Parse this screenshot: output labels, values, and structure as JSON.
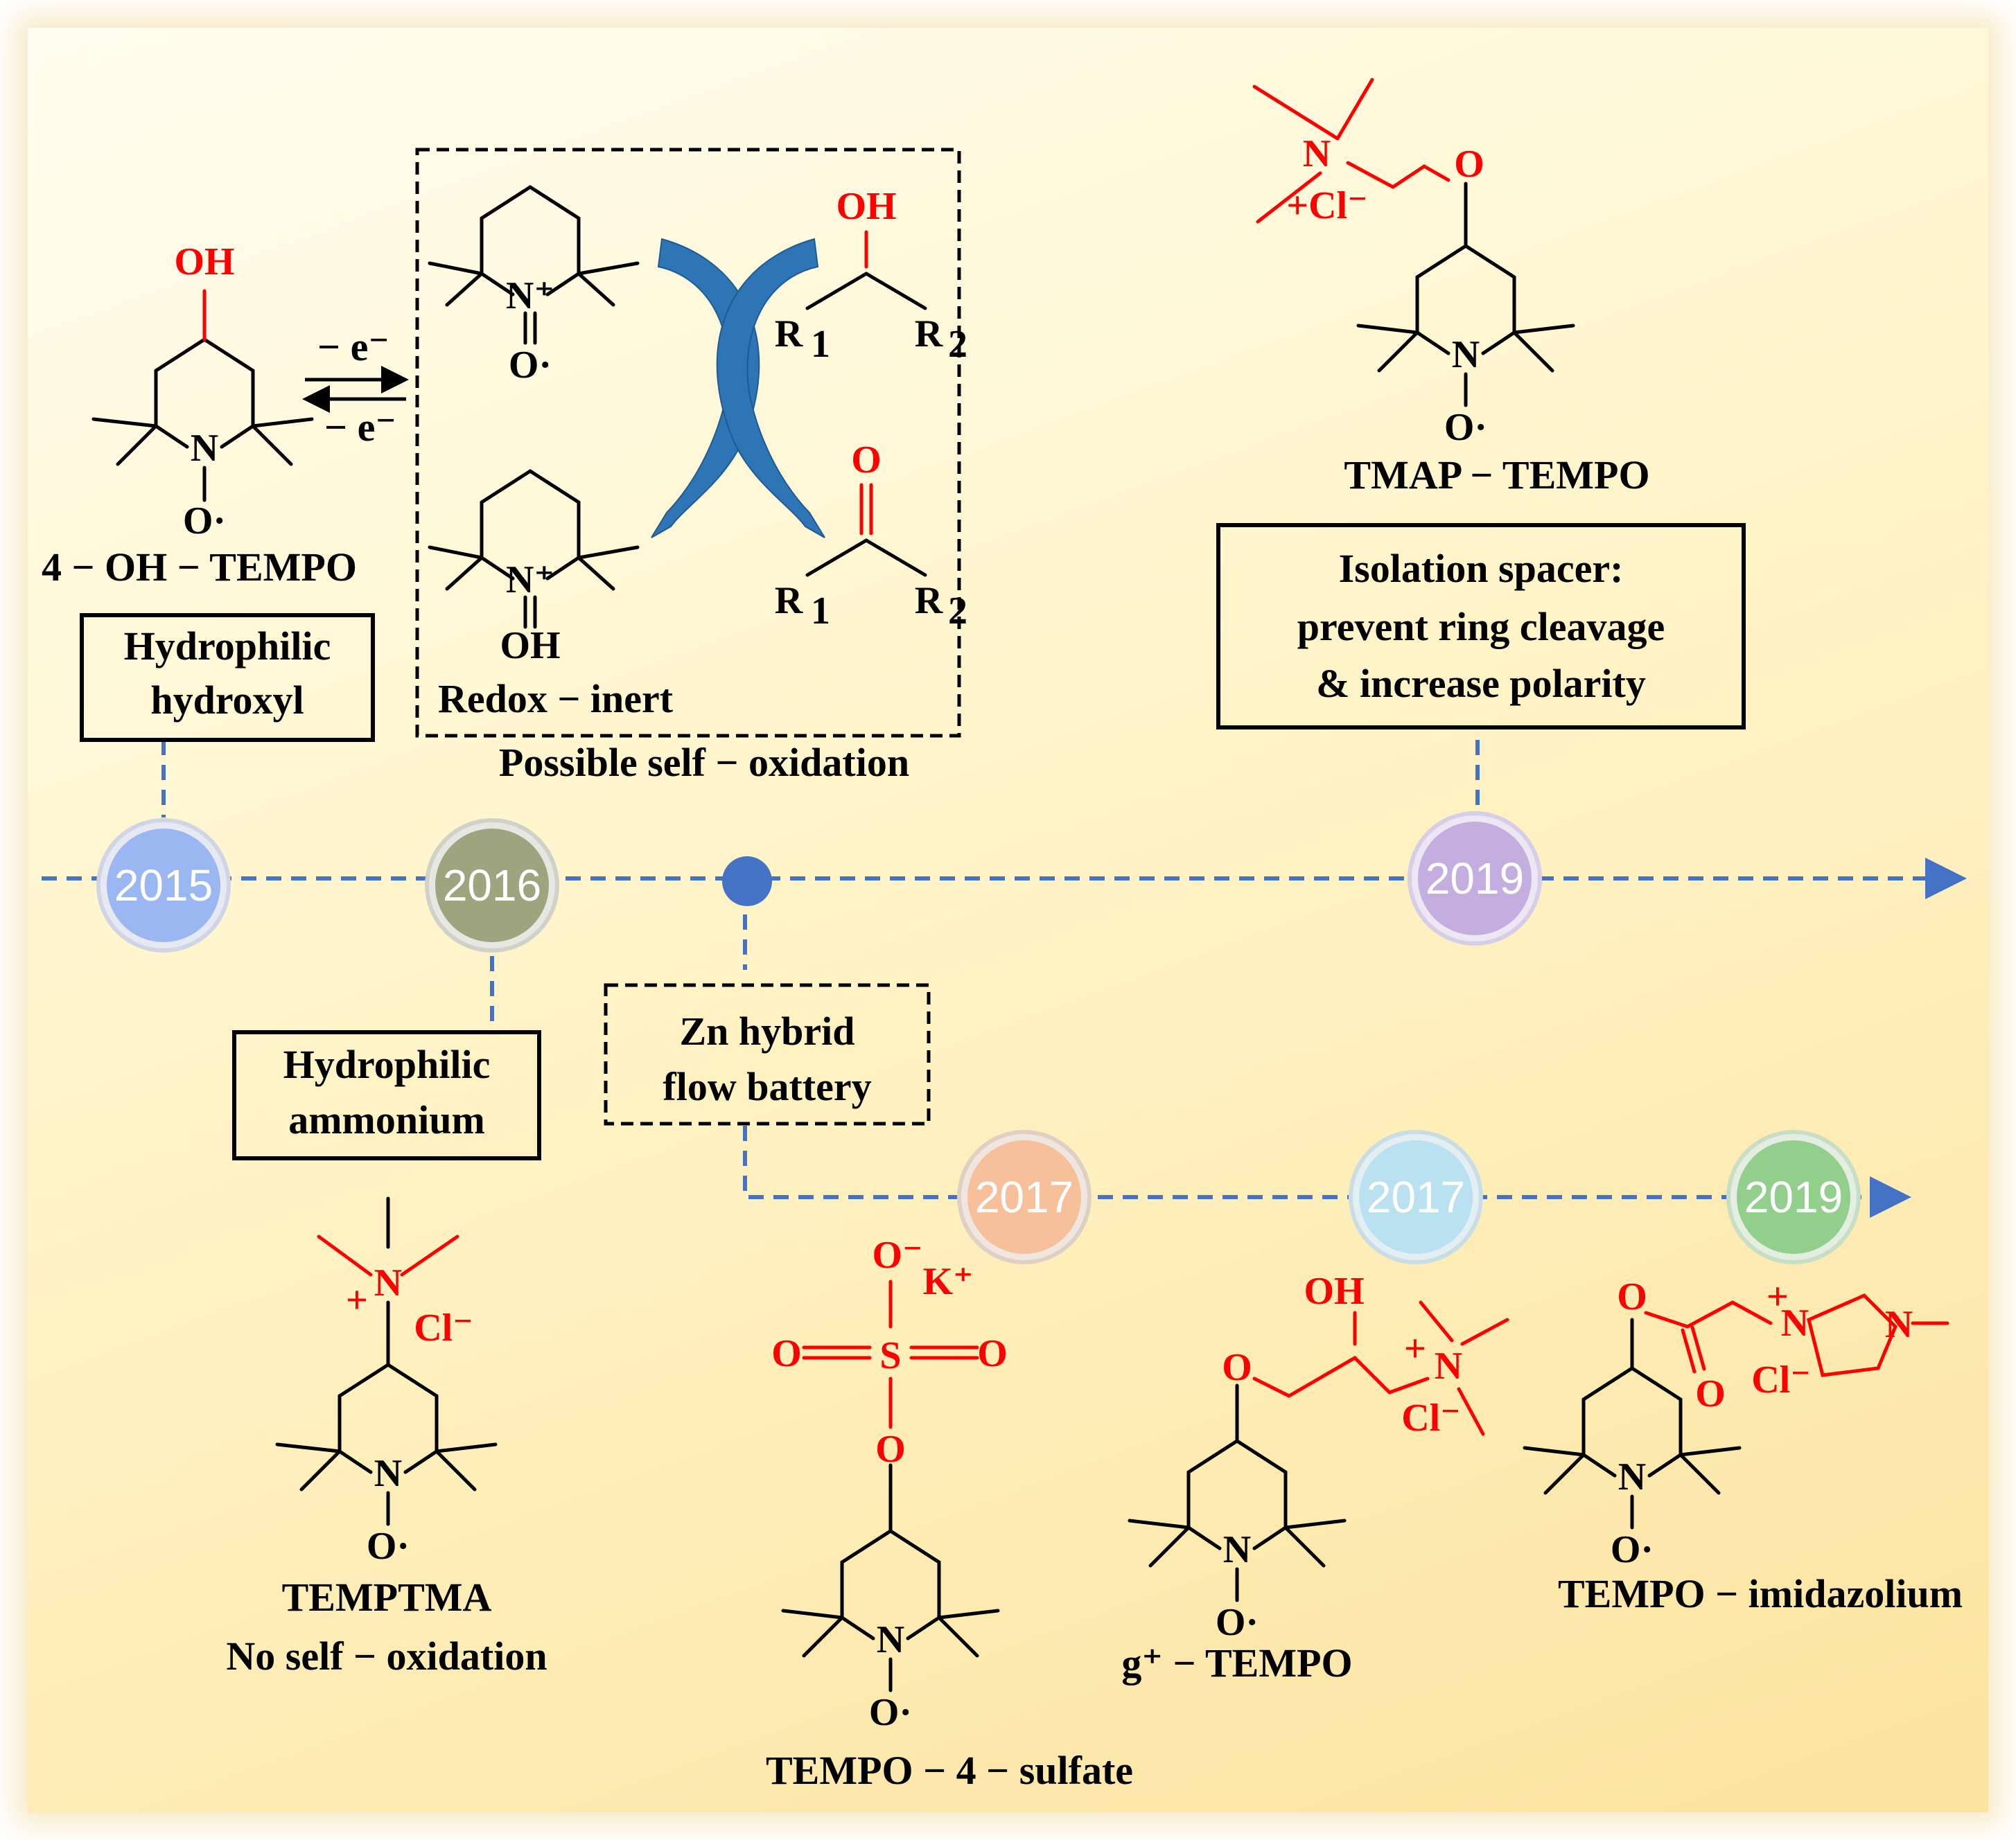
{
  "compounds": {
    "oh_tempo": "4 − OH − TEMPO",
    "tmap_tempo": "TMAP − TEMPO",
    "temptma": "TEMPTMA",
    "sulfate": "TEMPO − 4 − sulfate",
    "gplus": "g⁺ − TEMPO",
    "imidazolium": "TEMPO − imidazolium"
  },
  "notes": {
    "hydroxyl": [
      "Hydrophilic",
      "hydroxyl"
    ],
    "ammonium": [
      "Hydrophilic",
      "ammonium"
    ],
    "spacer": [
      "Isolation spacer:",
      "prevent ring cleavage",
      "& increase polarity"
    ],
    "zn": [
      "Zn hybrid",
      "flow battery"
    ],
    "redox_inert": "Redox − inert",
    "self_oxidation": "Possible self − oxidation",
    "no_self_oxidation": "No self − oxidation"
  },
  "electron_transfer": {
    "forward": "− e⁻",
    "reverse": "− e⁻"
  },
  "substituents": {
    "r1": "R",
    "r2": "R",
    "sub1": "1",
    "sub2": "2"
  },
  "timeline": {
    "main": [
      {
        "year": "2015",
        "color": "#9bb7f2"
      },
      {
        "year": "2016",
        "color": "#9ea47e"
      },
      {
        "year": "",
        "color": "#4472c4"
      },
      {
        "year": "2019",
        "color": "#c4aee0"
      }
    ],
    "branch": [
      {
        "year": "2017",
        "color": "#f6c09a"
      },
      {
        "year": "2017",
        "color": "#b9e1ef"
      },
      {
        "year": "2019",
        "color": "#93cf8c"
      }
    ],
    "line_color": "#4472c4"
  },
  "atoms": {
    "oh": "OH",
    "o": "O",
    "o_rad": "O·",
    "n": "N",
    "n_plus": "N⁺",
    "cl_minus": "Cl⁻",
    "plus_cl": "+Cl⁻",
    "k_plus": "K⁺",
    "s": "S",
    "o_minus": "O⁻"
  },
  "colors": {
    "heteroatom": "#ff0000",
    "arrow_blue": "#2e75b6"
  }
}
